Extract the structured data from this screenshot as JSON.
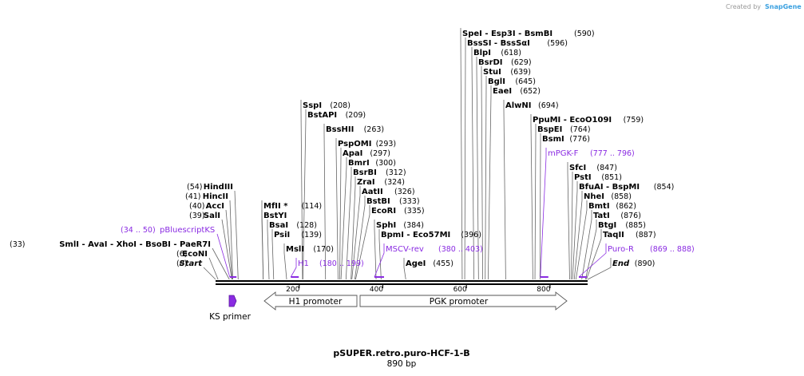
{
  "credit": {
    "prefix": "Created by",
    "brand": "SnapGene"
  },
  "plasmid": {
    "name": "pSUPER.retro.puro-HCF-1-B",
    "length_text": "890 bp",
    "length": 890
  },
  "scale": {
    "ticks": [
      200,
      400,
      600,
      800
    ]
  },
  "colors": {
    "primer": "#8a2be2",
    "line": "#000000"
  },
  "sites": [
    {
      "name": "Start",
      "pos": 0,
      "italic": true
    },
    {
      "name": "EcoNI",
      "pos": 6
    },
    {
      "name": "SmlI - AvaI - XhoI - BsoBI - PaeR7I",
      "pos": 33,
      "multi": true
    },
    {
      "name": "SalI",
      "pos": 39
    },
    {
      "name": "AccI",
      "pos": 40
    },
    {
      "name": "HincII",
      "pos": 41
    },
    {
      "name": "HindIII",
      "pos": 54
    },
    {
      "name": "MfII *",
      "pos": 114
    },
    {
      "name": "BstYI",
      "pos": 114,
      "nopos": true
    },
    {
      "name": "BsaI",
      "pos": 128
    },
    {
      "name": "PsiI",
      "pos": 139
    },
    {
      "name": "MslI",
      "pos": 170
    },
    {
      "name": "SspI",
      "pos": 208
    },
    {
      "name": "BstAPI",
      "pos": 209
    },
    {
      "name": "BssHII",
      "pos": 263
    },
    {
      "name": "PspOMI",
      "pos": 293
    },
    {
      "name": "ApaI",
      "pos": 297
    },
    {
      "name": "BmrI",
      "pos": 300
    },
    {
      "name": "BsrBI",
      "pos": 312
    },
    {
      "name": "ZraI",
      "pos": 324
    },
    {
      "name": "AatII",
      "pos": 326
    },
    {
      "name": "BstBI",
      "pos": 333
    },
    {
      "name": "EcoRI",
      "pos": 335
    },
    {
      "name": "SphI",
      "pos": 384
    },
    {
      "name": "BpmI - Eco57MI",
      "pos": 396
    },
    {
      "name": "AgeI",
      "pos": 455
    },
    {
      "name": "SpeI - Esp3I - BsmBI",
      "pos": 590
    },
    {
      "name": "BssSI - BssSαI",
      "pos": 596
    },
    {
      "name": "BlpI",
      "pos": 618
    },
    {
      "name": "BsrDI",
      "pos": 629
    },
    {
      "name": "StuI",
      "pos": 639
    },
    {
      "name": "BglI",
      "pos": 645
    },
    {
      "name": "EaeI",
      "pos": 652
    },
    {
      "name": "AlwNI",
      "pos": 694
    },
    {
      "name": "PpuMI - EcoO109I",
      "pos": 759
    },
    {
      "name": "BspEI",
      "pos": 764
    },
    {
      "name": "BsmI",
      "pos": 776
    },
    {
      "name": "SfcI",
      "pos": 847
    },
    {
      "name": "PstI",
      "pos": 851
    },
    {
      "name": "BfuAI - BspMI",
      "pos": 854
    },
    {
      "name": "NheI",
      "pos": 858
    },
    {
      "name": "BmtI",
      "pos": 862
    },
    {
      "name": "TatI",
      "pos": 876
    },
    {
      "name": "BtgI",
      "pos": 885
    },
    {
      "name": "TaqII",
      "pos": 887
    },
    {
      "name": "End",
      "pos": 890,
      "italic": true
    }
  ],
  "primers": [
    {
      "name": "pBluescriptKS",
      "range": "(34 .. 50)",
      "start": 34,
      "end": 50
    },
    {
      "name": "H1",
      "range": "(180 .. 199)",
      "start": 180,
      "end": 199
    },
    {
      "name": "MSCV-rev",
      "range": "(380 .. 403)",
      "start": 380,
      "end": 403
    },
    {
      "name": "mPGK-F",
      "range": "(777 .. 796)",
      "start": 777,
      "end": 796
    },
    {
      "name": "Puro-R",
      "range": "(869 .. 888)",
      "start": 869,
      "end": 888
    }
  ],
  "features": [
    {
      "name": "KS primer",
      "start": 34,
      "end": 50,
      "direction": "forward",
      "color": "#8a2be2"
    },
    {
      "name": "H1 promoter",
      "start": 120,
      "end": 340,
      "direction": "reverse",
      "color": "#ffffff"
    },
    {
      "name": "PGK promoter",
      "start": 345,
      "end": 848,
      "direction": "forward",
      "color": "#ffffff"
    }
  ]
}
